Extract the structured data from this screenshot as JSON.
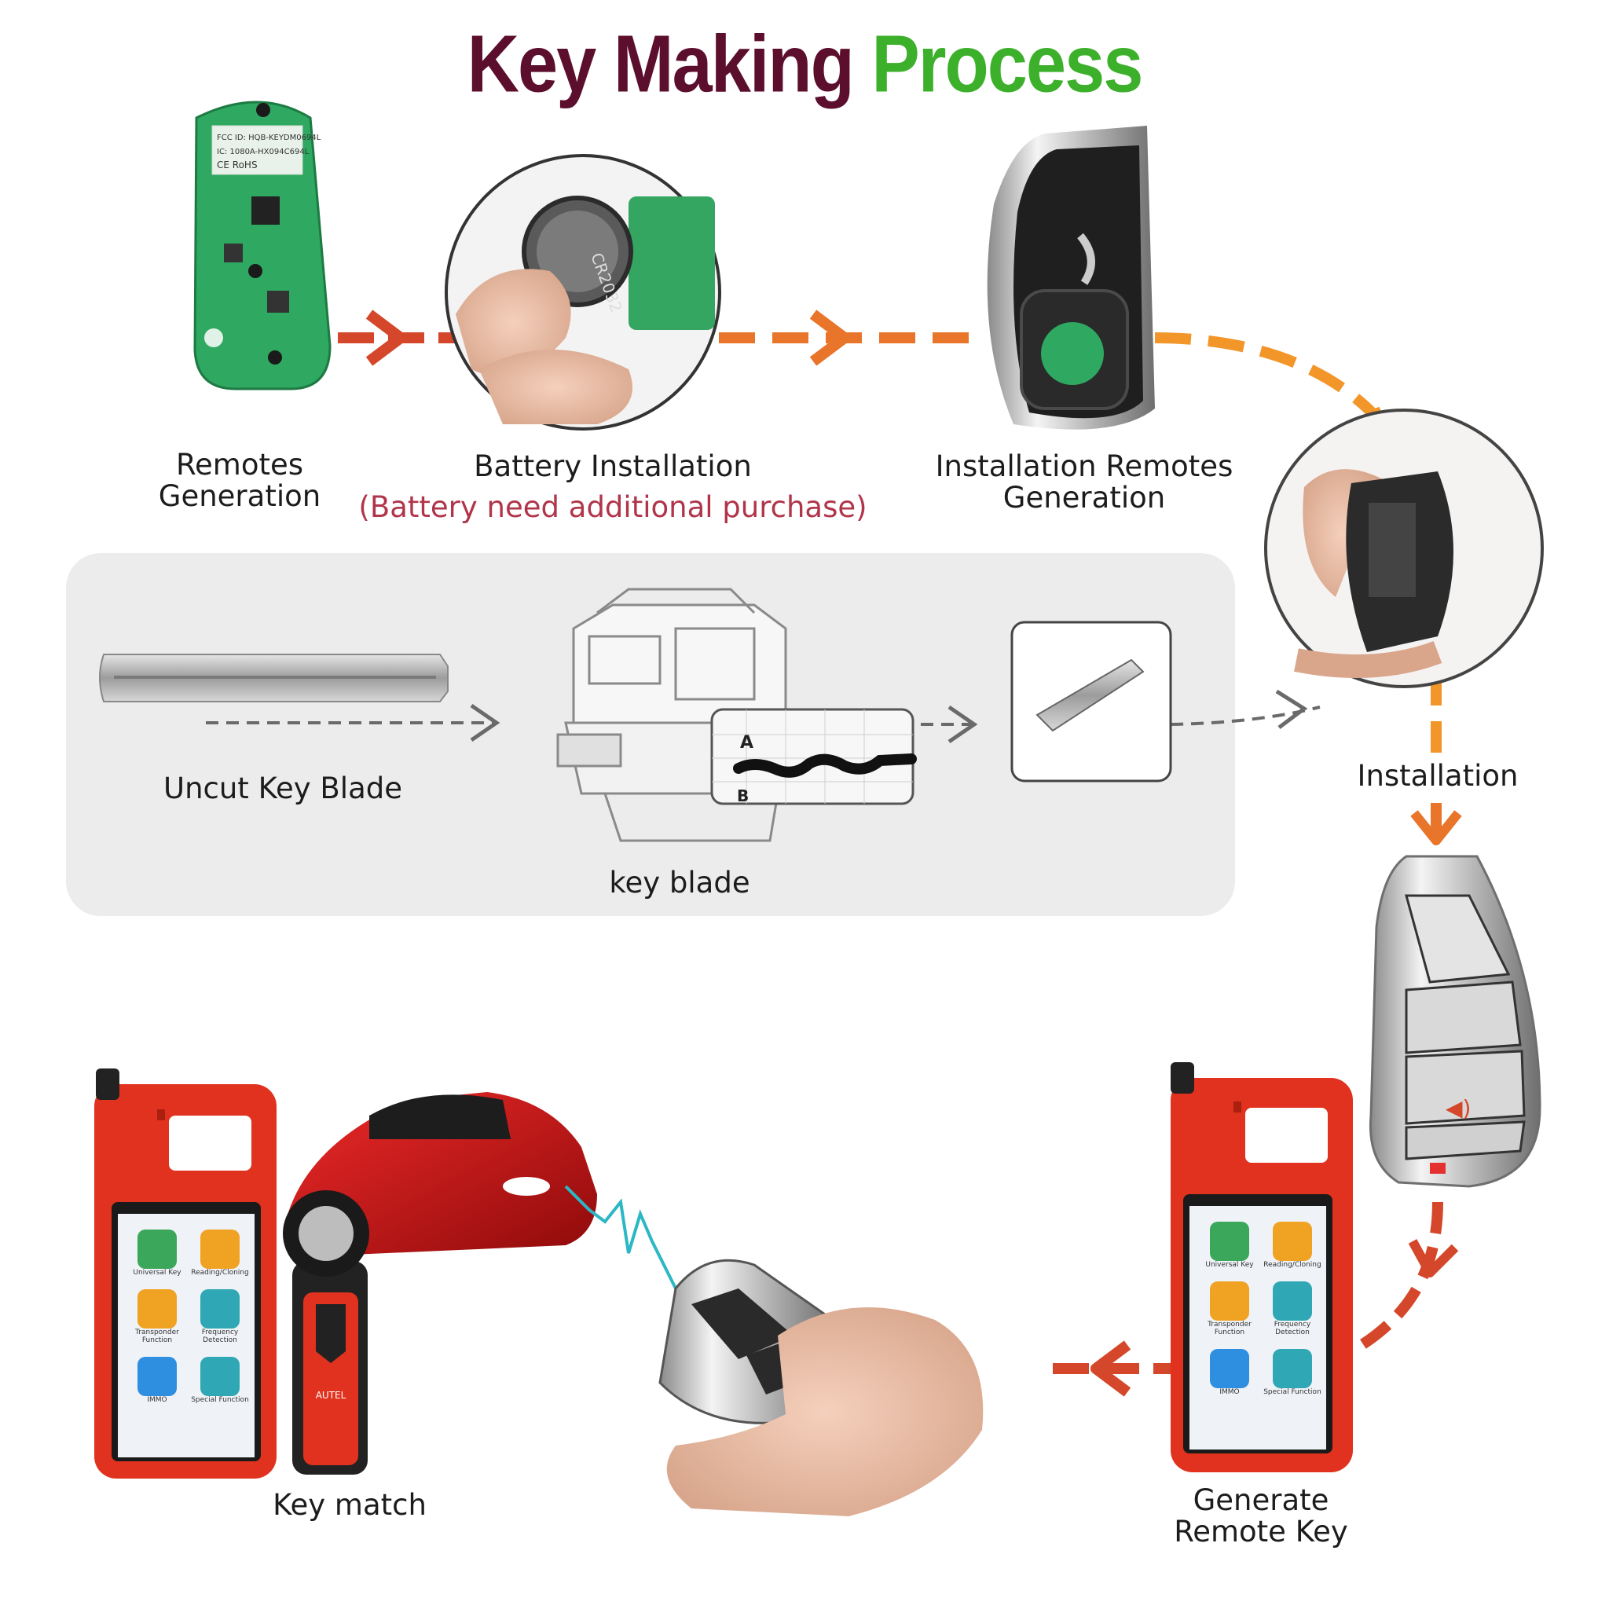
{
  "title": {
    "part1": "Key Making",
    "part2": "Process"
  },
  "colors": {
    "title_dark": "#5c0f2c",
    "title_green": "#3cb02a",
    "arrow_red": "#d4472a",
    "arrow_orange": "#f2962a",
    "note_red": "#b0354a",
    "device_red": "#e0321e",
    "panel_gray": "#ececec",
    "signal_cyan": "#2bb7c4"
  },
  "steps": {
    "remotes_generation": "Remotes\nGeneration",
    "battery_installation": "Battery Installation",
    "battery_note": "(Battery need additional purchase)",
    "installation_remotes_generation": "Installation Remotes\nGeneration",
    "installation": "Installation",
    "uncut_key_blade": "Uncut Key  Blade",
    "key_blade": "key blade",
    "generate_remote_key": "Generate\nRemote Key",
    "key_match": "Key match"
  },
  "blade_chart_labels": {
    "a": "A",
    "b": "B"
  },
  "battery_text": "CR2032",
  "pcb_text": {
    "line1": "FCC ID: HQB-KEYDM0694L",
    "line2": "IC: 1080A-HX094C694L",
    "line3": "CE RoHS"
  },
  "obd_brand": "AUTEL",
  "apps": [
    {
      "name": "Universal Key",
      "icon": "key-icon",
      "color": "#3aa75a"
    },
    {
      "name": "Reading/Cloning",
      "icon": "clone-icon",
      "color": "#f0a222"
    },
    {
      "name": "Transponder Function",
      "icon": "chip-icon",
      "color": "#f0a222"
    },
    {
      "name": "Frequency Detection",
      "icon": "wave-icon",
      "color": "#2fa7b5"
    },
    {
      "name": "IMMO",
      "icon": "lock-icon",
      "color": "#2e8fe0"
    },
    {
      "name": "Special Function",
      "icon": "info-icon",
      "color": "#2fa7b5"
    }
  ]
}
